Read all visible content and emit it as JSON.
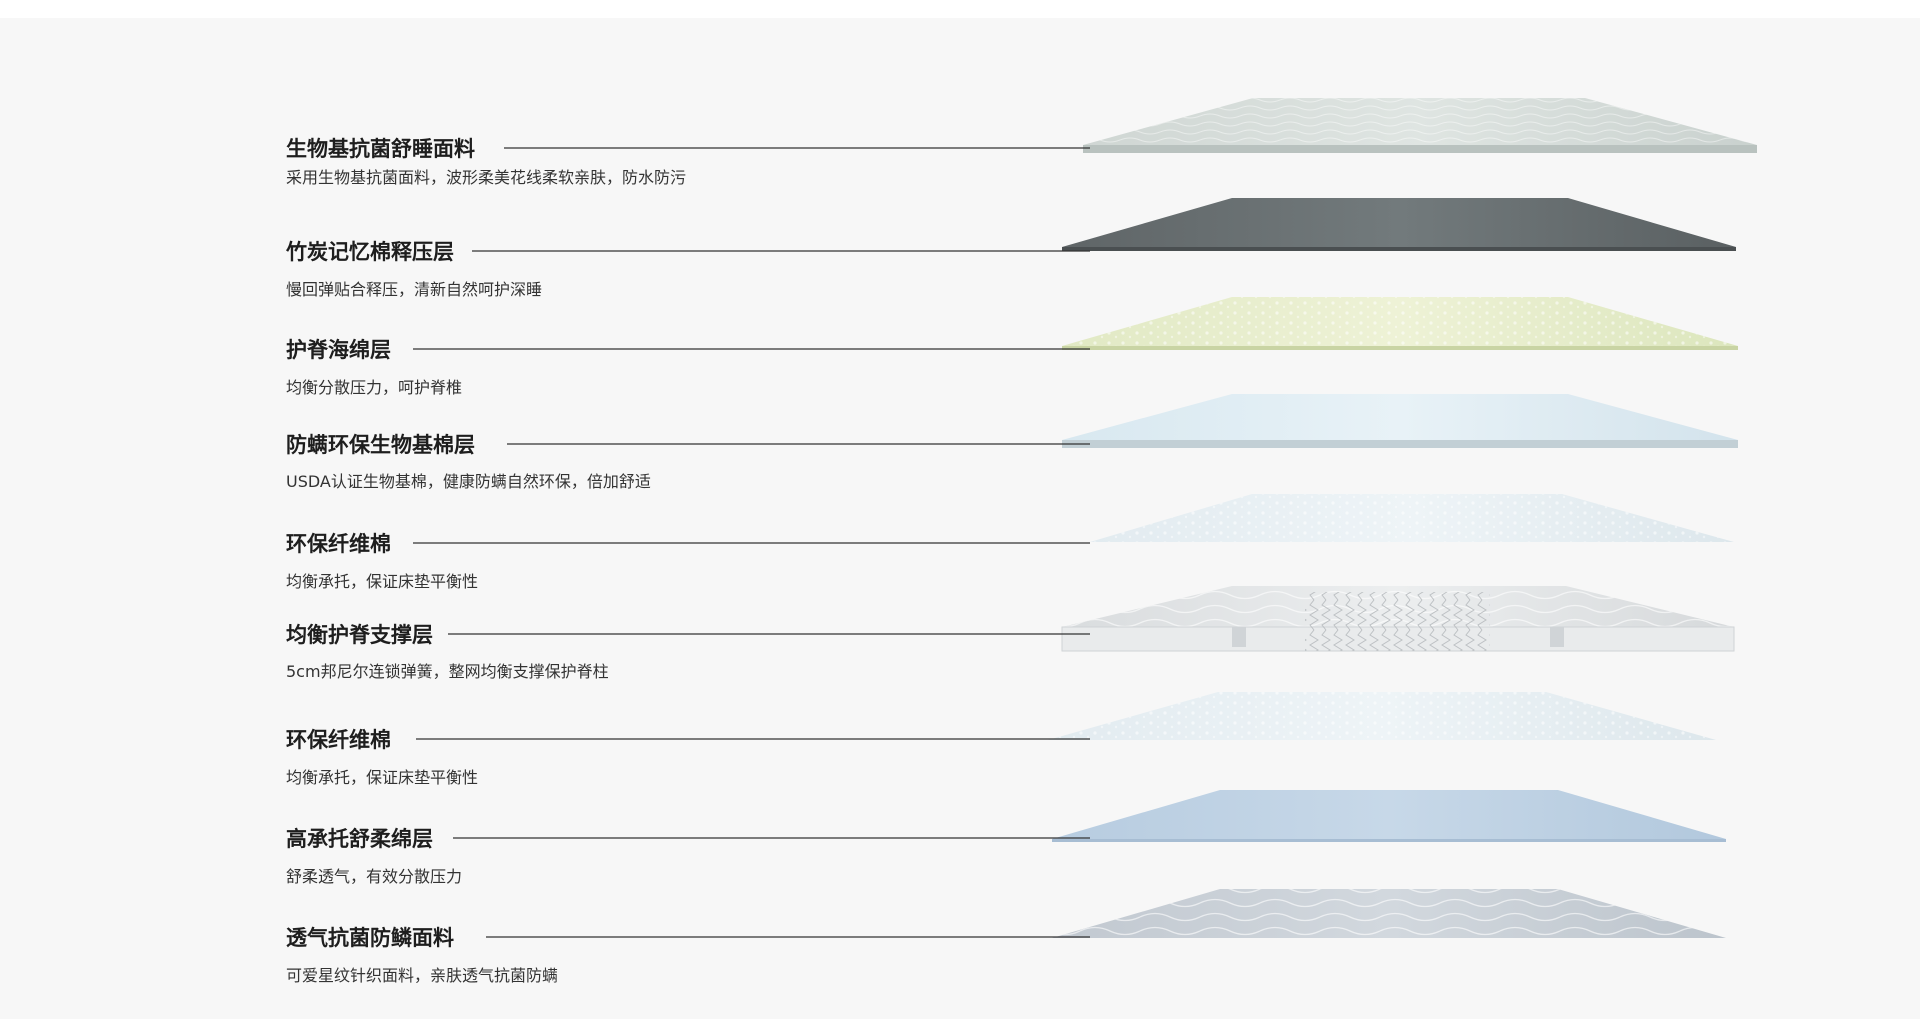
{
  "layers": [
    {
      "title": "生物基抗菌舒睡面料",
      "desc": "采用生物基抗菌面料，波形柔美花线柔软亲肤，防水防污"
    },
    {
      "title": "竹炭记忆棉释压层",
      "desc": "慢回弹贴合释压，清新自然呵护深睡"
    },
    {
      "title": "护脊海绵层",
      "desc": "均衡分散压力，呵护脊椎"
    },
    {
      "title": "防螨环保生物基棉层",
      "desc": "USDA认证生物基棉，健康防螨自然环保，倍加舒适"
    },
    {
      "title": "环保纤维棉",
      "desc": "均衡承托，保证床垫平衡性"
    },
    {
      "title": "均衡护脊支撑层",
      "desc": "5cm邦尼尔连锁弹簧，整网均衡支撑保护脊柱"
    },
    {
      "title": "环保纤维棉",
      "desc": "均衡承托，保证床垫平衡性"
    },
    {
      "title": "高承托舒柔绵层",
      "desc": "舒柔透气，有效分散压力"
    },
    {
      "title": "透气抗菌防鳞面料",
      "desc": "可爱星纹针织面料，亲肤透气抗菌防螨"
    }
  ],
  "colors": {
    "background": "#f7f7f7",
    "title_text": "#1e1e1e",
    "desc_text": "#333333",
    "leader_line": "#333333"
  }
}
